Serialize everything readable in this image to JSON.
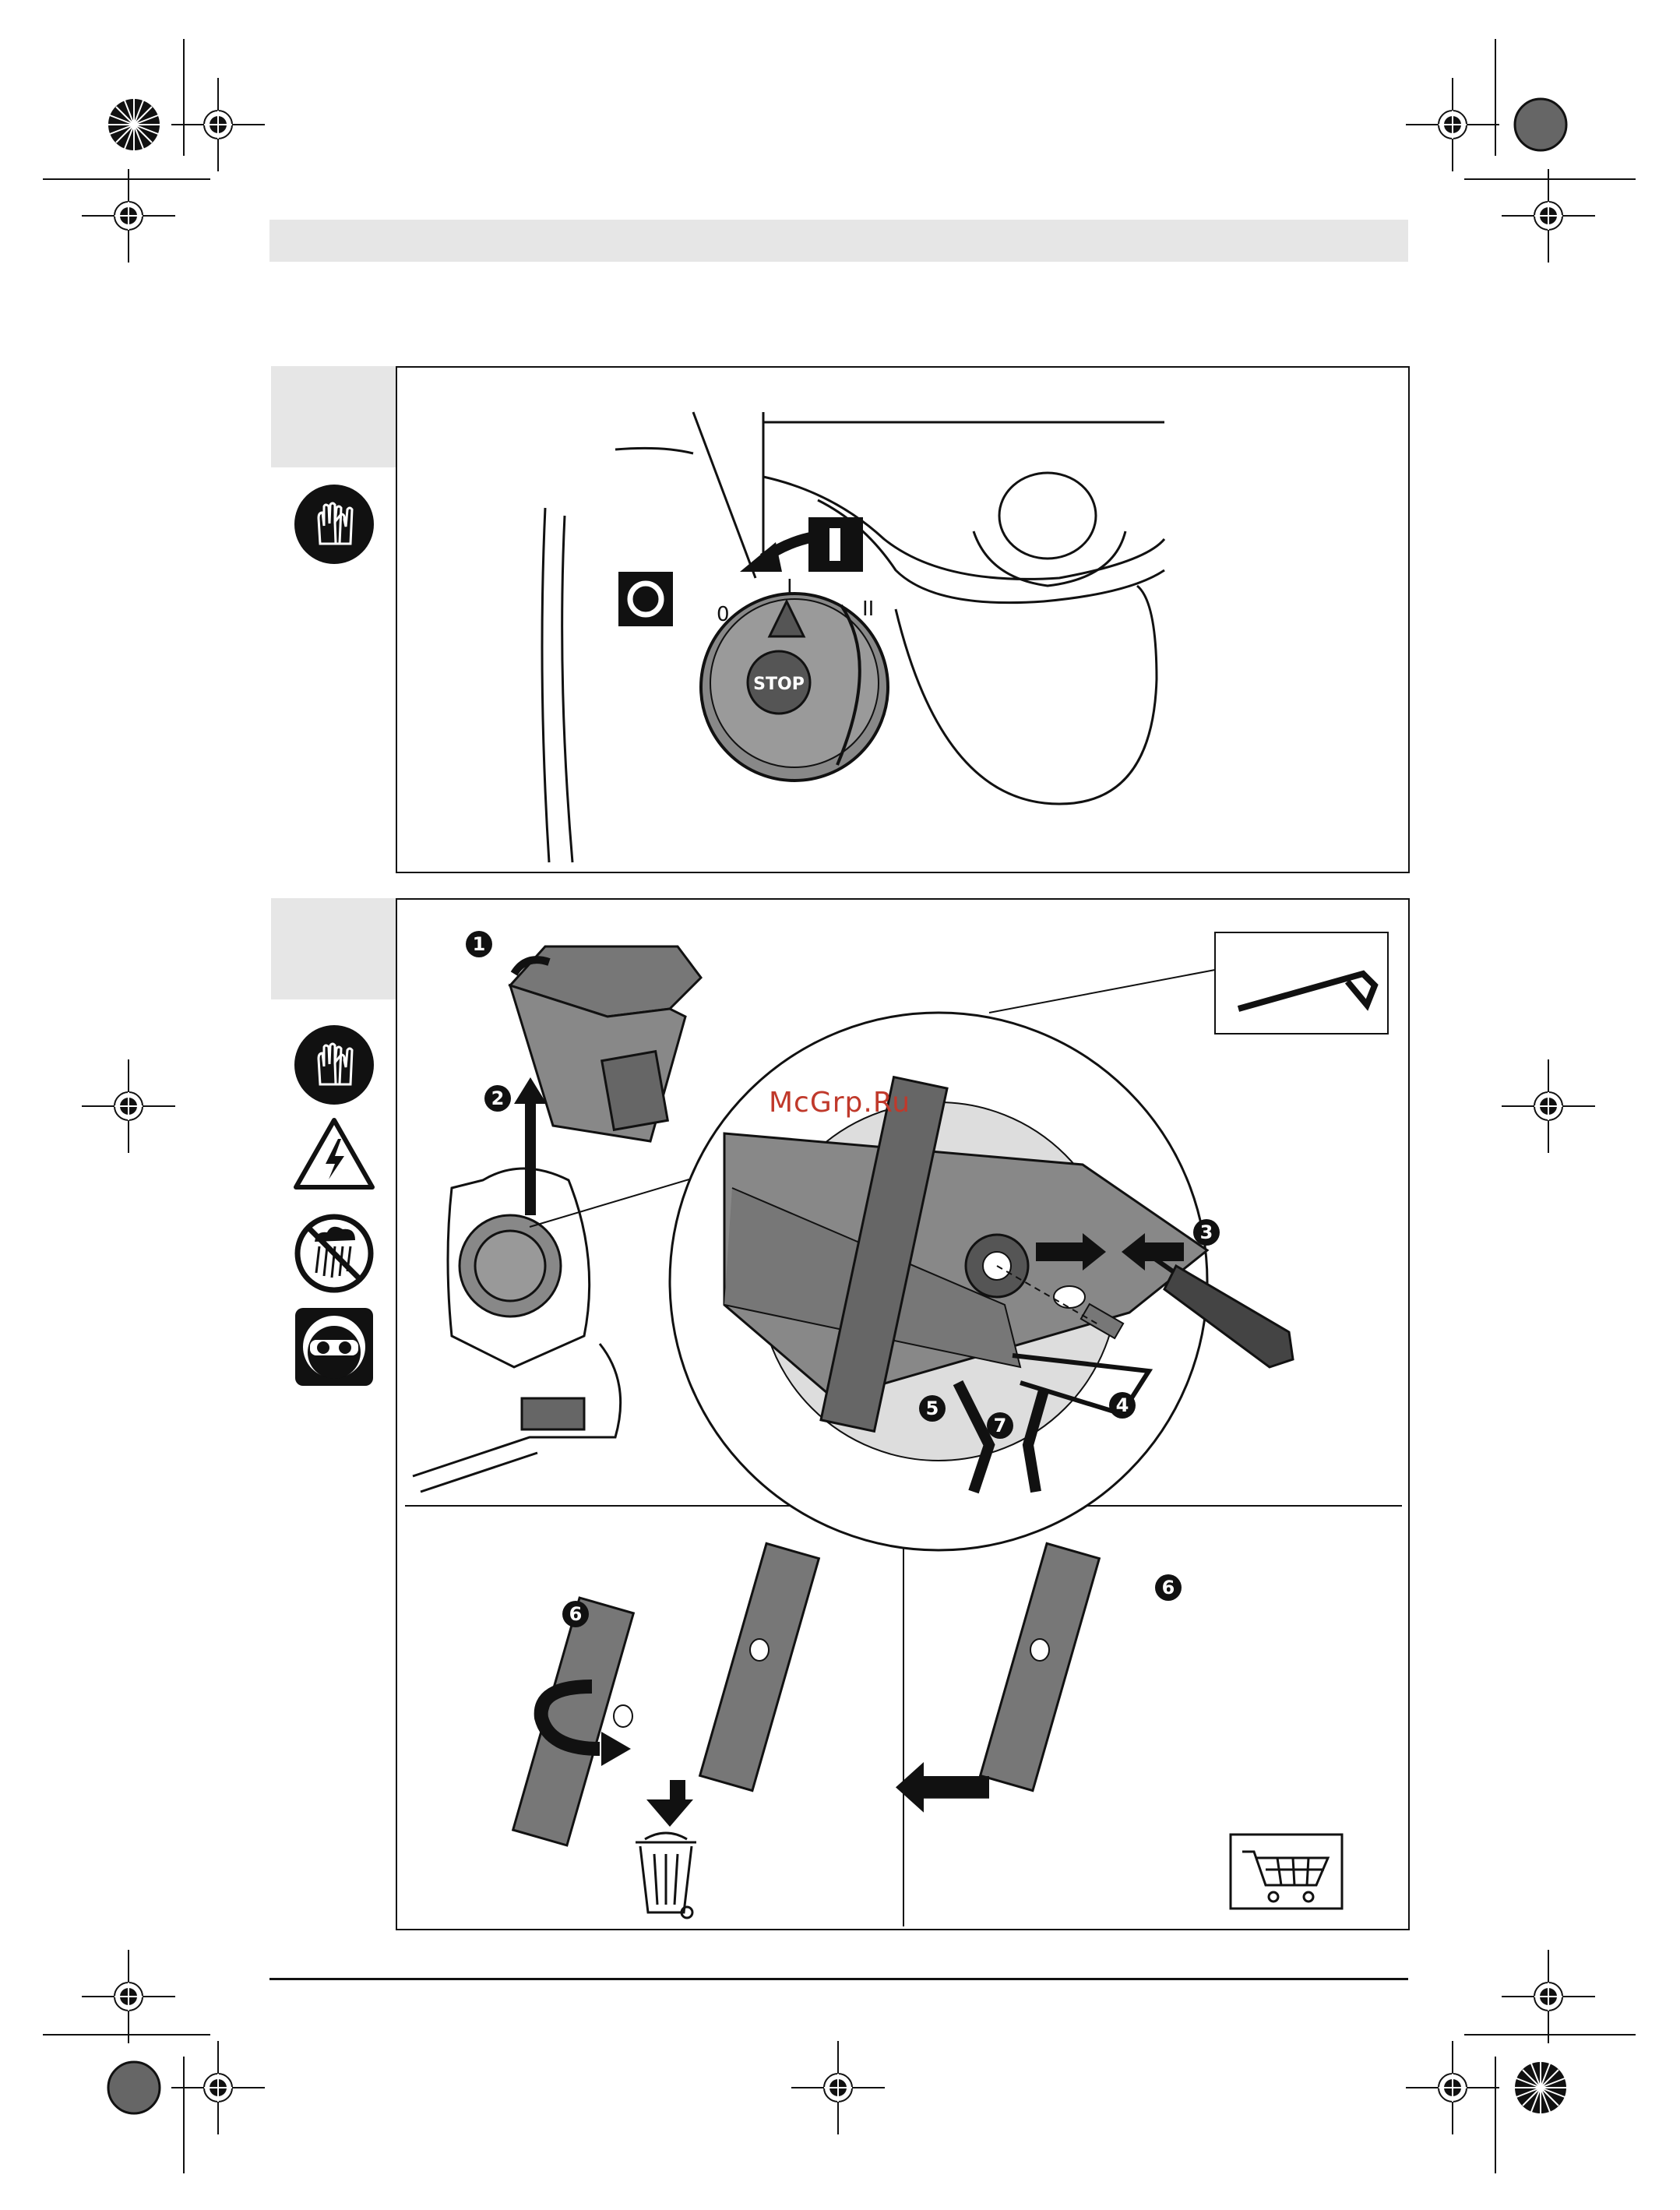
{
  "figure1": {
    "symbol_off": "O",
    "symbol_on": "I",
    "dial_pos_0": "0",
    "dial_pos_1": "I",
    "dial_pos_2": "II",
    "dial_center": "STOP"
  },
  "figure2": {
    "watermark": "McGrp.Ru",
    "steps": [
      "1",
      "2",
      "3",
      "4",
      "5",
      "6",
      "7"
    ],
    "sub_left_step": "6",
    "sub_right_step": "6"
  },
  "icons": {
    "gloves": "gloves-icon",
    "electric": "electric-hazard-icon",
    "no_rain": "no-rain-icon",
    "goggles": "goggles-icon",
    "trash": "trash-bin-icon",
    "cart": "shopping-cart-icon"
  }
}
